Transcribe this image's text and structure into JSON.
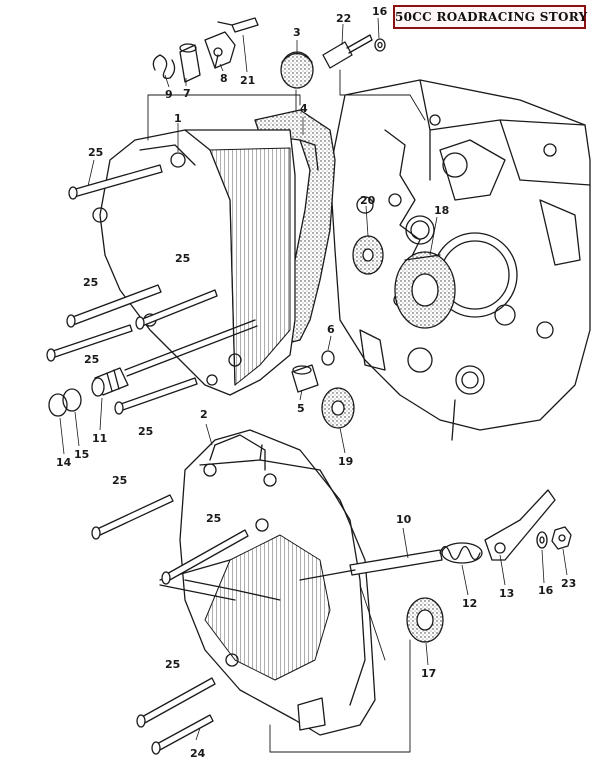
{
  "badge": {
    "text": "50CC ROADRACING STORY"
  },
  "callouts": {
    "c1": "1",
    "c2": "2",
    "c3": "3",
    "c4": "4",
    "c5": "5",
    "c6": "6",
    "c7": "7",
    "c8": "8",
    "c9": "9",
    "c10": "10",
    "c11": "11",
    "c12": "12",
    "c13": "13",
    "c14": "14",
    "c15": "15",
    "c16a": "16",
    "c16b": "16",
    "c17": "17",
    "c18": "18",
    "c19": "19",
    "c20": "20",
    "c21": "21",
    "c22": "22",
    "c23": "23",
    "c24": "24",
    "c25a": "25",
    "c25b": "25",
    "c25c": "25",
    "c25d": "25",
    "c25e": "25",
    "c25f": "25",
    "c25g": "25",
    "c25h": "25"
  },
  "colors": {
    "ink": "#1a1a1a",
    "badge_border": "#8a1212"
  }
}
